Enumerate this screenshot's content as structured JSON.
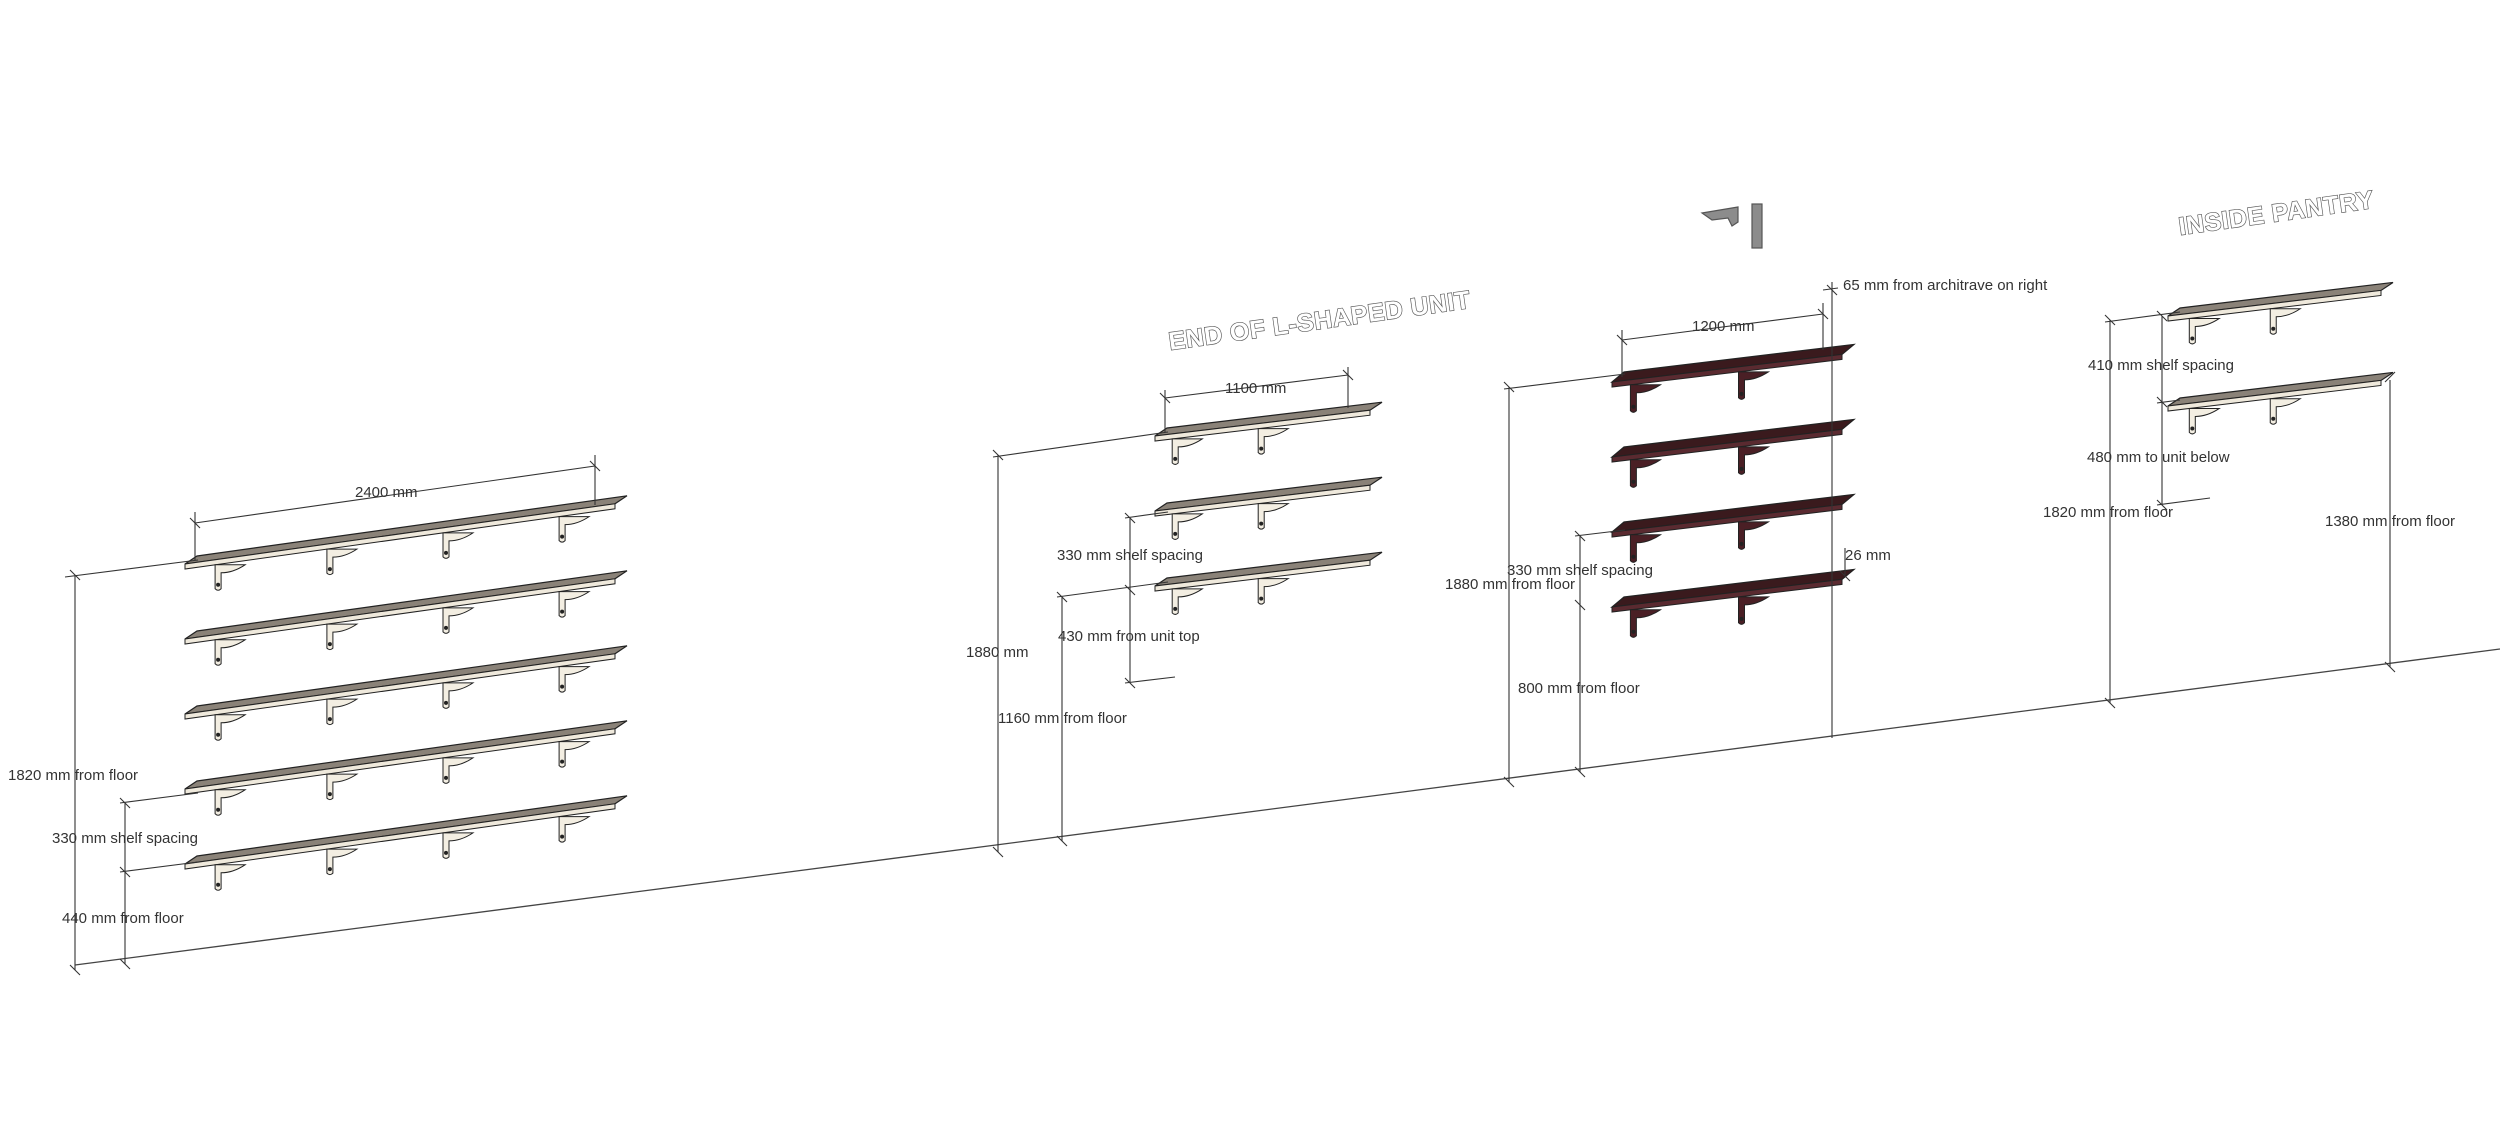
{
  "colors": {
    "background": "#ffffff",
    "line": "#333333",
    "shelf_top_grey": "#8a8278",
    "shelf_front_cream": "#efe9dc",
    "shelf_top_dark": "#3a1a1d",
    "shelf_front_dark": "#5a2a30",
    "bracket_dark": "#4a1f25",
    "bracket_cream": "#f3eee2",
    "symbol_grey": "#8c8c8c"
  },
  "units": [
    {
      "id": "main-wall",
      "title": "",
      "shelves": 5,
      "finish": "grey",
      "labels": {
        "width": "2400 mm",
        "height": "1820 mm from floor",
        "spacing": "330 mm shelf spacing",
        "bottom": "440 mm from floor"
      }
    },
    {
      "id": "l-unit",
      "title": "END OF L-SHAPED UNIT",
      "shelves": 3,
      "finish": "grey",
      "labels": {
        "width": "1100 mm",
        "height": "1880 mm",
        "spacing": "330 mm shelf spacing",
        "unit_top": "430 mm from unit top",
        "bottom": "1160 mm from floor"
      }
    },
    {
      "id": "door-unit",
      "title": "",
      "shelves": 4,
      "finish": "dark",
      "icon": "door-symbol-icon",
      "labels": {
        "width": "1200 mm",
        "architrave": "65 mm from architrave on right",
        "spacing": "330 mm shelf spacing",
        "height": "1880 mm from floor",
        "thickness": "26 mm",
        "bottom": "800 mm from floor"
      }
    },
    {
      "id": "pantry",
      "title": "INSIDE PANTRY",
      "shelves": 2,
      "finish": "grey",
      "labels": {
        "spacing": "410 mm shelf spacing",
        "unit_below": "480 mm to unit below",
        "height": "1820 mm from floor",
        "lower": "1380 mm from floor"
      }
    }
  ]
}
